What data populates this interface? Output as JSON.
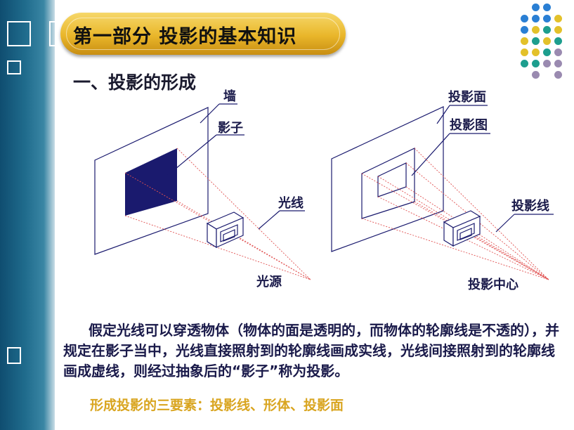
{
  "header": {
    "title": "第一部分  投影的基本知识"
  },
  "section": {
    "heading": "一、投影的形成"
  },
  "diagram_left": {
    "label_wall": "墙",
    "label_shadow": "影子",
    "label_light_ray": "光线",
    "label_light_source": "光源"
  },
  "diagram_right": {
    "label_projection_plane": "投影面",
    "label_projection_figure": "投影图",
    "label_projection_line": "投影线",
    "label_projection_center": "投影中心"
  },
  "body": {
    "paragraph": "假定光线可以穿透物体（物体的面是透明的，而物体的轮廓线是不透的），并规定在影子当中，光线直接照射到的轮廓线画成实线，光线间接照射到的轮廓线画成虚线，则经过抽象后的“影子”称为投影。"
  },
  "footer": {
    "elements": "形成投影的三要素：投影线、形体、投影面"
  },
  "colors": {
    "sidebar": "#1f6b8c",
    "title_gold": "#e9b62a",
    "text_navy": "#1a1a4a",
    "ray_red": "#e05050",
    "shadow_fill": "#1a1a6e",
    "accent_yellow": "#d9a520",
    "dot_blue": "#2a7fd4",
    "dot_yellow": "#e3c12a",
    "dot_teal": "#1d9e8e",
    "dot_purple": "#9a8ab0"
  }
}
